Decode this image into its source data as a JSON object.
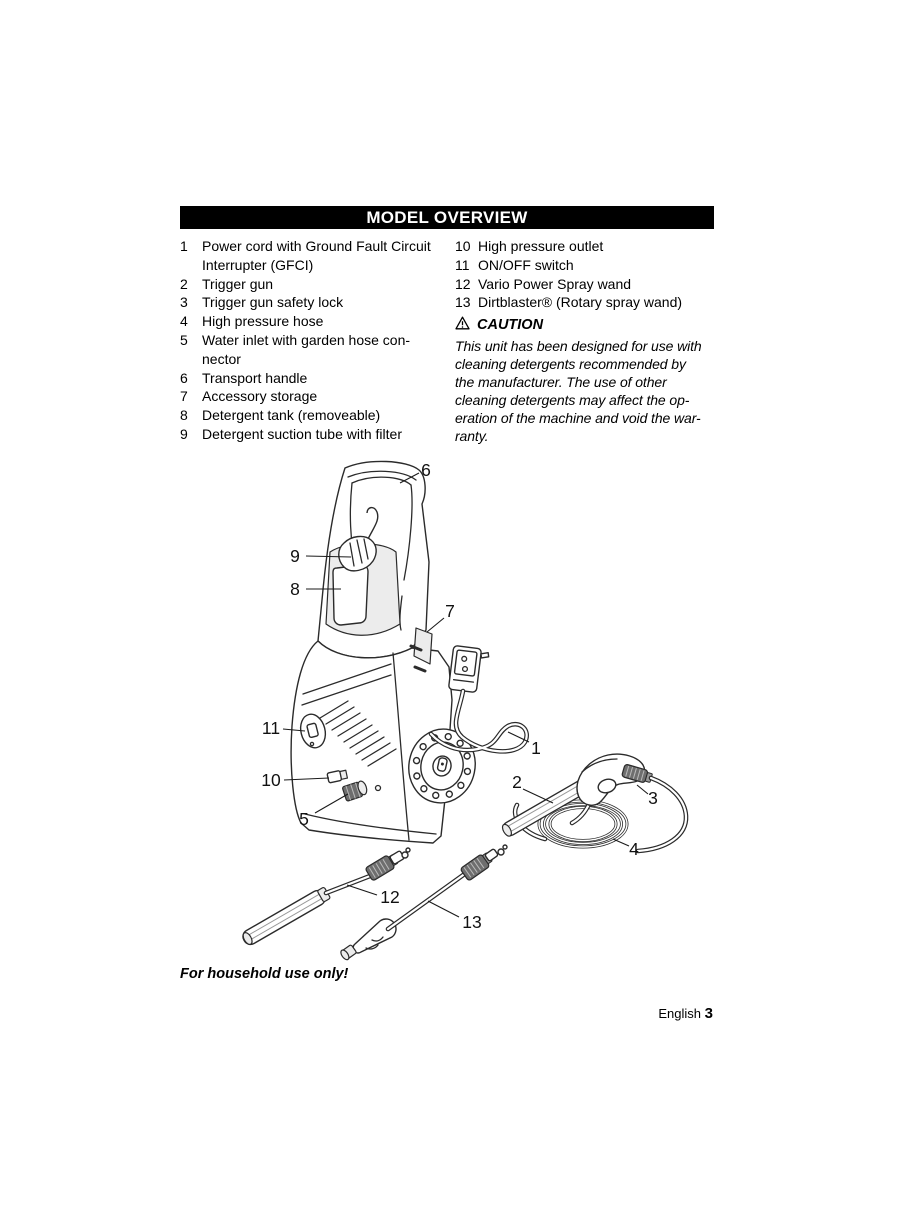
{
  "header": {
    "title": "MODEL OVERVIEW"
  },
  "parts_left": [
    {
      "num": "1",
      "label": "Power cord with Ground Fault Circuit\nInterrupter (GFCI)"
    },
    {
      "num": "2",
      "label": "Trigger gun"
    },
    {
      "num": "3",
      "label": "Trigger gun safety lock"
    },
    {
      "num": "4",
      "label": "High pressure hose"
    },
    {
      "num": "5",
      "label": "Water inlet with garden hose con-\nnector"
    },
    {
      "num": "6",
      "label": "Transport handle"
    },
    {
      "num": "7",
      "label": "Accessory storage"
    },
    {
      "num": "8",
      "label": "Detergent tank (removeable)"
    },
    {
      "num": "9",
      "label": "Detergent suction tube with filter"
    }
  ],
  "parts_right": [
    {
      "num": "10",
      "label": "High pressure outlet"
    },
    {
      "num": "11",
      "label": "ON/OFF switch"
    },
    {
      "num": "12",
      "label": "Vario Power Spray wand"
    },
    {
      "num": "13",
      "label": "Dirtblaster® (Rotary spray wand)"
    }
  ],
  "caution": {
    "title": "CAUTION",
    "body": "This unit has been designed for use with\ncleaning detergents recommended by\nthe manufacturer. The use of other\ncleaning detergents may affect the op-\neration of the machine and void the war-\nranty."
  },
  "diagram": {
    "callouts": [
      "1",
      "2",
      "3",
      "4",
      "5",
      "6",
      "7",
      "8",
      "9",
      "10",
      "11",
      "12",
      "13"
    ]
  },
  "footers": {
    "household": "For household use only!",
    "language": "English",
    "page_number": "3"
  }
}
